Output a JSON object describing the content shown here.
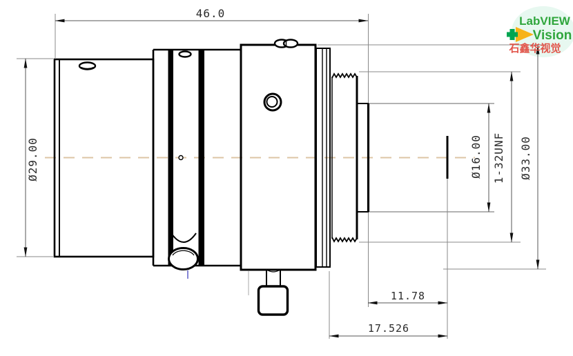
{
  "drawing": {
    "type": "mechanical-dimension-drawing",
    "subject": "C-mount machine vision lens, side profile view",
    "dimensions": {
      "overall_length": "46.0",
      "front_diameter": "Ø29.00",
      "rear_tube_diameter": "Ø16.00",
      "mount_thread": "1-32UNF",
      "body_diameter": "Ø33.00",
      "back_focal_distance": "11.78",
      "flange_focal_distance": "17.526"
    }
  },
  "logo": {
    "brand_line1": "LabVIEW",
    "brand_line2": "Vision",
    "brand_line3": "石鑫华视觉"
  },
  "colors": {
    "outline": "#000000",
    "dimension_line": "#555555",
    "extension_line": "#888888",
    "dimension_text": "#2b2b2b",
    "centerline": "#dcc4a4",
    "logo_green": "#2fa63c",
    "logo_plus_green": "#00a551",
    "logo_arrow_yellow": "#f7b317",
    "logo_red": "#e2544a",
    "logo_background": "#e7f8f0",
    "accent_blue_tick": "#8585d6"
  }
}
